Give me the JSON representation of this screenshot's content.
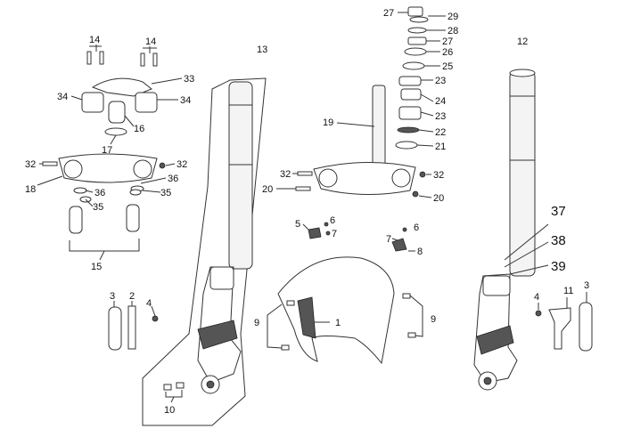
{
  "diagram": {
    "callouts": {
      "c1": "1",
      "c2": "2",
      "c3": "3",
      "c3b": "3",
      "c4": "4",
      "c4b": "4",
      "c5": "5",
      "c6": "6",
      "c6b": "6",
      "c7": "7",
      "c7b": "7",
      "c8": "8",
      "c9": "9",
      "c9b": "9",
      "c10": "10",
      "c11": "11",
      "c12": "12",
      "c13": "13",
      "c14": "14",
      "c14b": "14",
      "c15": "15",
      "c16": "16",
      "c17": "17",
      "c18": "18",
      "c19": "19",
      "c20": "20",
      "c20b": "20",
      "c21": "21",
      "c22": "22",
      "c23": "23",
      "c23b": "23",
      "c24": "24",
      "c25": "25",
      "c26": "26",
      "c27": "27",
      "c27b": "27",
      "c28": "28",
      "c29": "29",
      "c32": "32",
      "c32b": "32",
      "c32c": "32",
      "c32d": "32",
      "c33": "33",
      "c34": "34",
      "c34b": "34",
      "c35": "35",
      "c35b": "35",
      "c36": "36",
      "c36b": "36",
      "c37": "37",
      "c38": "38",
      "c39": "39"
    }
  }
}
